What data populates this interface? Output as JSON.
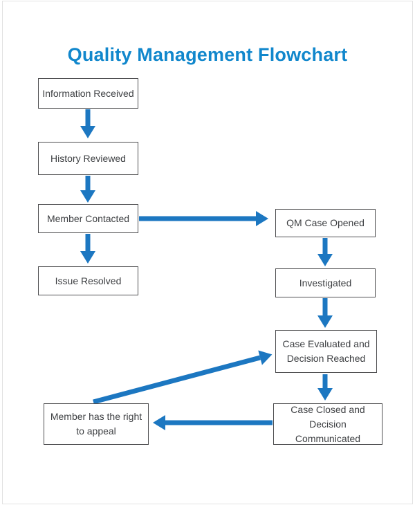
{
  "page": {
    "title": "Quality Management Flowchart"
  },
  "colors": {
    "title": "#1187cc",
    "arrow": "#1c77c1",
    "box-border": "#4d4d4f",
    "box-text": "#3e4043",
    "box-fill": "#ffffff",
    "page-frame": "#e2e2e2"
  },
  "flowchart": {
    "nodes": [
      {
        "id": "information-received",
        "label": "Information Received"
      },
      {
        "id": "history-reviewed",
        "label": "History Reviewed"
      },
      {
        "id": "member-contacted",
        "label": "Member Contacted"
      },
      {
        "id": "issue-resolved",
        "label": "Issue Resolved"
      },
      {
        "id": "qm-case-opened",
        "label": "QM Case Opened"
      },
      {
        "id": "investigated",
        "label": "Investigated"
      },
      {
        "id": "case-evaluated",
        "label": "Case Evaluated and Decision Reached"
      },
      {
        "id": "case-closed",
        "label": "Case Closed and Decision Communicated"
      },
      {
        "id": "member-appeal",
        "label": "Member has the right to appeal"
      }
    ],
    "edges": [
      {
        "from": "information-received",
        "to": "history-reviewed"
      },
      {
        "from": "history-reviewed",
        "to": "member-contacted"
      },
      {
        "from": "member-contacted",
        "to": "issue-resolved"
      },
      {
        "from": "member-contacted",
        "to": "qm-case-opened"
      },
      {
        "from": "qm-case-opened",
        "to": "investigated"
      },
      {
        "from": "investigated",
        "to": "case-evaluated"
      },
      {
        "from": "case-evaluated",
        "to": "case-closed"
      },
      {
        "from": "case-closed",
        "to": "member-appeal"
      },
      {
        "from": "member-appeal",
        "to": "case-evaluated"
      }
    ]
  }
}
